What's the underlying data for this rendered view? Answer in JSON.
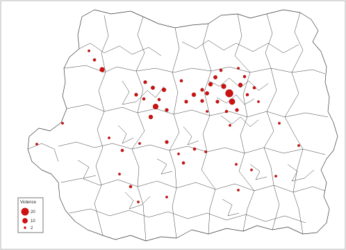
{
  "colors": {
    "marker": "#cc1111",
    "border": "#3a3a3a"
  },
  "legend": {
    "title": "Violence",
    "items": [
      {
        "label": "20",
        "value": 20
      },
      {
        "label": "10",
        "value": 10
      },
      {
        "label": "2",
        "value": 2
      }
    ]
  },
  "markers": [
    {
      "name": "marker-north-west-1",
      "value": 2
    },
    {
      "name": "marker-north-west-2",
      "value": 3
    },
    {
      "name": "marker-north-west-3",
      "value": 8
    },
    {
      "name": "marker-west-1",
      "value": 2
    },
    {
      "name": "marker-west-2",
      "value": 2
    },
    {
      "name": "marker-centre-west-1",
      "value": 4
    },
    {
      "name": "marker-centre-west-2",
      "value": 5
    },
    {
      "name": "marker-centre-west-3",
      "value": 6
    },
    {
      "name": "marker-centre-west-4",
      "value": 4
    },
    {
      "name": "marker-centre-west-5",
      "value": 3
    },
    {
      "name": "marker-centre-west-6",
      "value": 10
    },
    {
      "name": "marker-centre-west-7",
      "value": 6
    },
    {
      "name": "marker-centre-west-8",
      "value": 3
    },
    {
      "name": "marker-centre-west-9",
      "value": 4
    },
    {
      "name": "marker-centre-1",
      "value": 4
    },
    {
      "name": "marker-centre-2",
      "value": 6
    },
    {
      "name": "marker-centre-3",
      "value": 4
    },
    {
      "name": "marker-centre-4",
      "value": 3
    },
    {
      "name": "marker-east-1",
      "value": 20
    },
    {
      "name": "marker-east-2",
      "value": 12
    },
    {
      "name": "marker-east-3",
      "value": 8
    },
    {
      "name": "marker-east-4",
      "value": 6
    },
    {
      "name": "marker-east-5",
      "value": 5
    },
    {
      "name": "marker-east-6",
      "value": 4
    },
    {
      "name": "marker-east-7",
      "value": 6
    },
    {
      "name": "marker-east-8",
      "value": 3
    },
    {
      "name": "marker-east-9",
      "value": 4
    },
    {
      "name": "marker-east-10",
      "value": 3
    },
    {
      "name": "marker-east-11",
      "value": 5
    },
    {
      "name": "marker-east-12",
      "value": 3
    },
    {
      "name": "marker-east-13",
      "value": 2
    },
    {
      "name": "marker-east-14",
      "value": 3
    },
    {
      "name": "marker-east-15",
      "value": 4
    },
    {
      "name": "marker-east-16",
      "value": 2
    },
    {
      "name": "marker-east-17",
      "value": 3
    },
    {
      "name": "marker-east-18",
      "value": 2
    },
    {
      "name": "marker-east-19",
      "value": 2
    },
    {
      "name": "marker-far-east-1",
      "value": 2
    },
    {
      "name": "marker-far-east-2",
      "value": 2
    },
    {
      "name": "marker-south-centre-1",
      "value": 3
    },
    {
      "name": "marker-south-centre-2",
      "value": 2
    },
    {
      "name": "marker-south-centre-3",
      "value": 4
    },
    {
      "name": "marker-south-centre-4",
      "value": 2
    },
    {
      "name": "marker-south-centre-5",
      "value": 3
    },
    {
      "name": "marker-south-centre-6",
      "value": 2
    },
    {
      "name": "marker-south-centre-7",
      "value": 2
    },
    {
      "name": "marker-south-1",
      "value": 2
    },
    {
      "name": "marker-south-2",
      "value": 3
    },
    {
      "name": "marker-south-3",
      "value": 2
    },
    {
      "name": "marker-south-4",
      "value": 2
    },
    {
      "name": "marker-south-5",
      "value": 3
    },
    {
      "name": "marker-south-east-1",
      "value": 2
    },
    {
      "name": "marker-south-east-2",
      "value": 2
    },
    {
      "name": "marker-south-east-3",
      "value": 2
    },
    {
      "name": "marker-south-east-4",
      "value": 2
    }
  ]
}
